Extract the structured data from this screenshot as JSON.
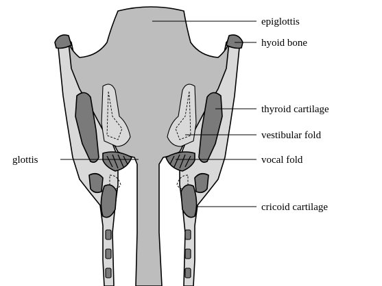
{
  "colors": {
    "background": "#ffffff",
    "light_gray": "#d9d9d9",
    "mid_gray": "#bdbdbd",
    "dark_gray": "#7a7a7a",
    "outline": "#000000"
  },
  "labels": {
    "epiglottis": "epiglottis",
    "hyoid_bone": "hyoid bone",
    "thyroid_cartilage": "thyroid cartilage",
    "vestibular_fold": "vestibular fold",
    "glottis": "glottis",
    "vocal_fold": "vocal fold",
    "cricoid_cartilage": "cricoid cartilage"
  }
}
